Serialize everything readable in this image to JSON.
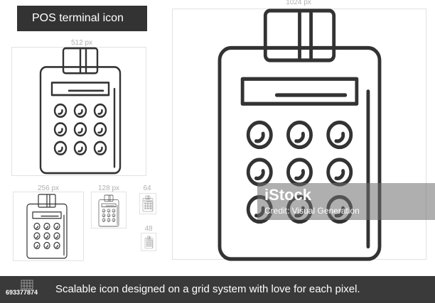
{
  "title": "POS terminal icon",
  "size_labels": {
    "s1024": "1024 px",
    "s512": "512 px",
    "s256": "256 px",
    "s128": "128 px",
    "s64": "64",
    "s48": "48"
  },
  "watermark": {
    "brand": "iStock",
    "credit": "Credit: Visual Generation"
  },
  "footer": {
    "id": "693377874",
    "text": "Scalable icon designed on a grid system with love for each pixel."
  },
  "colors": {
    "line": "#333333",
    "guide": "#e2e2e2",
    "footer_bg": "#3a3a3a"
  }
}
